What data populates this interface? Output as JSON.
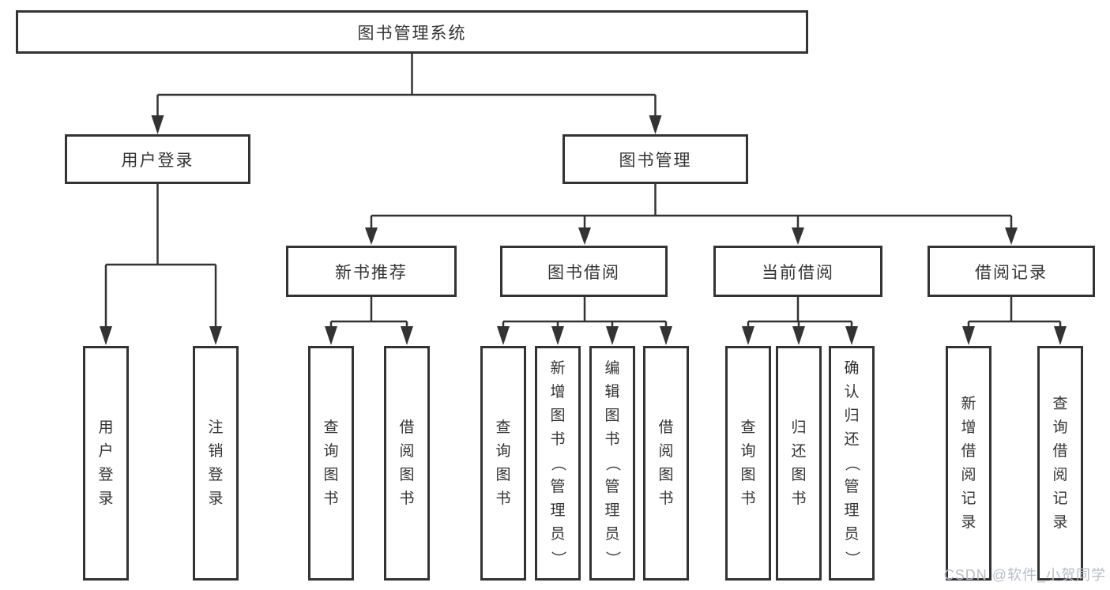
{
  "diagram": {
    "root": {
      "label": "图书管理系统"
    },
    "branches": [
      {
        "label": "用户登录",
        "children": [
          {
            "label": "用户登录"
          },
          {
            "label": "注销登录"
          }
        ]
      },
      {
        "label": "图书管理",
        "children": [
          {
            "label": "新书推荐",
            "children": [
              {
                "label": "查询图书"
              },
              {
                "label": "借阅图书"
              }
            ]
          },
          {
            "label": "图书借阅",
            "children": [
              {
                "label": "查询图书"
              },
              {
                "label": "新增图书（管理员）"
              },
              {
                "label": "编辑图书（管理员）"
              },
              {
                "label": "借阅图书"
              }
            ]
          },
          {
            "label": "当前借阅",
            "children": [
              {
                "label": "查询图书"
              },
              {
                "label": "归还图书"
              },
              {
                "label": "确认归还（管理员）"
              }
            ]
          },
          {
            "label": "借阅记录",
            "children": [
              {
                "label": "新增借阅记录"
              },
              {
                "label": "查询借阅记录"
              }
            ]
          }
        ]
      }
    ]
  },
  "watermark": {
    "text": "CSDN @软件_小贺同学"
  },
  "colors": {
    "line": "#333333",
    "box_border": "#333333",
    "text": "#333333",
    "background": "#ffffff",
    "watermark": "#b9bcc2"
  }
}
